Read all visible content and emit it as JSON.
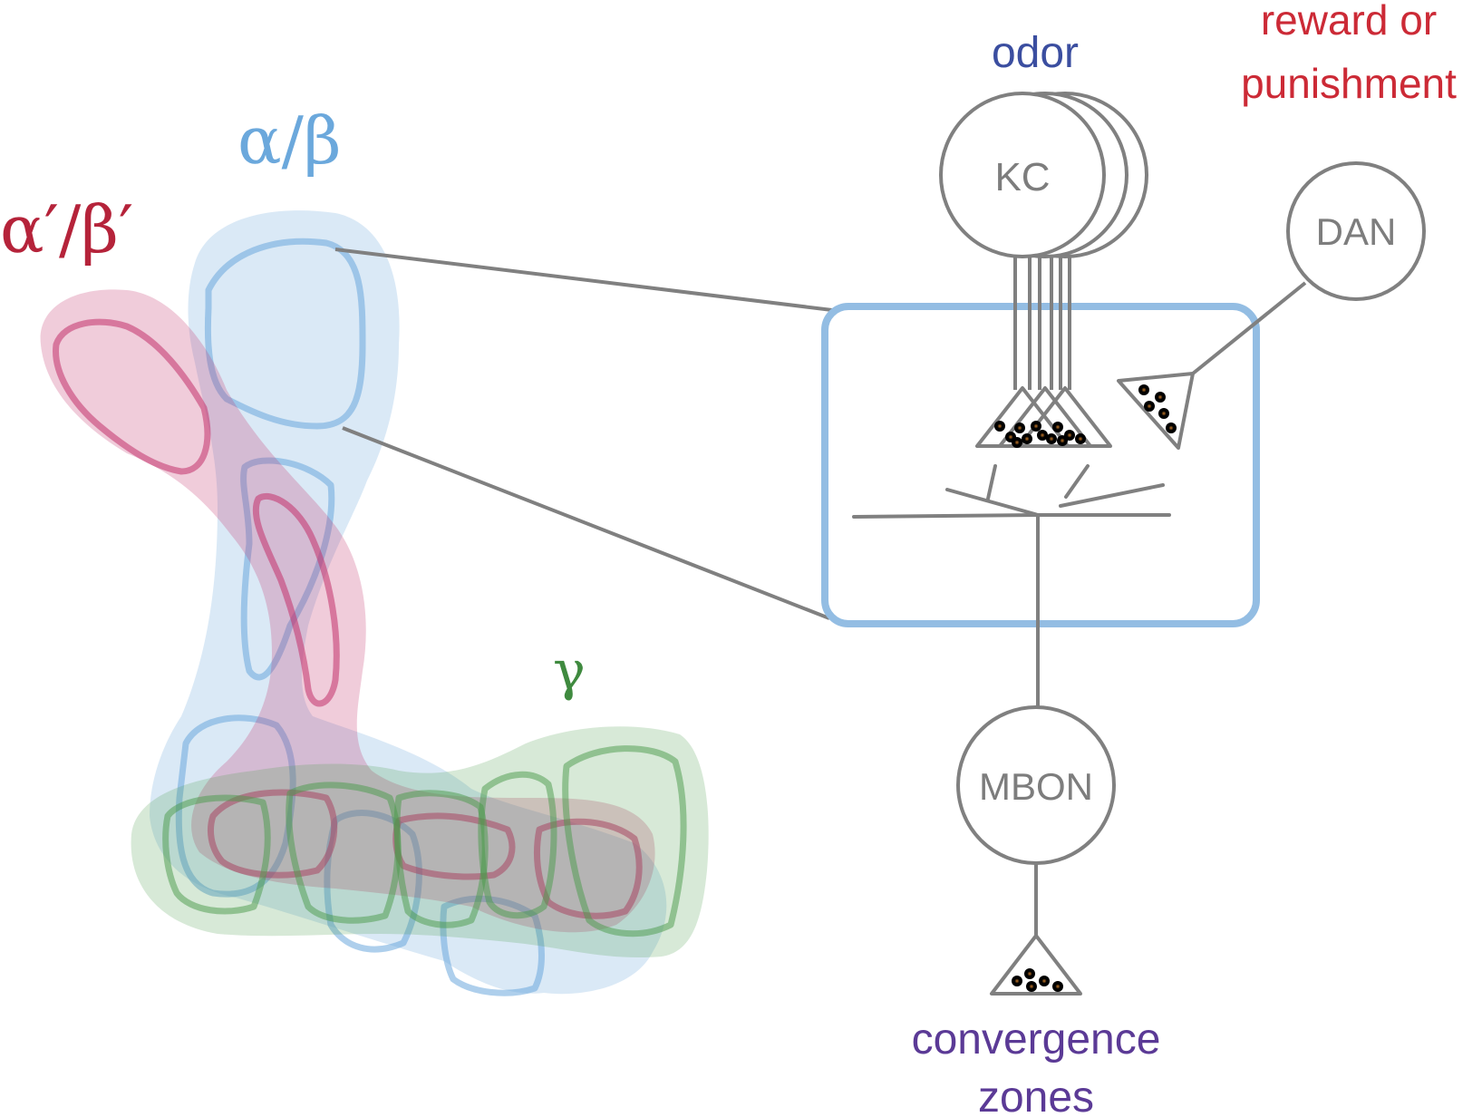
{
  "diagram": {
    "lobe_labels": {
      "alpha_beta": "α/β",
      "alpha_prime_beta_prime": "α′/β′",
      "gamma": "γ"
    },
    "nodes": {
      "kc": "KC",
      "dan": "DAN",
      "mbon": "MBON"
    },
    "inputs": {
      "odor": "odor",
      "reward_line1": "reward or",
      "reward_line2": "punishment"
    },
    "outputs": {
      "convergence_line1": "convergence",
      "convergence_line2": "zones"
    },
    "colors": {
      "alpha_beta": "#6ba8dc",
      "alpha_prime_beta_prime": "#b5233a",
      "gamma": "#3f8a3f",
      "odor": "#3b4ea0",
      "reward": "#cc2a36",
      "convergence": "#5b3a96",
      "neuron_gray": "#808080",
      "zoom_box": "#93bde3"
    }
  }
}
